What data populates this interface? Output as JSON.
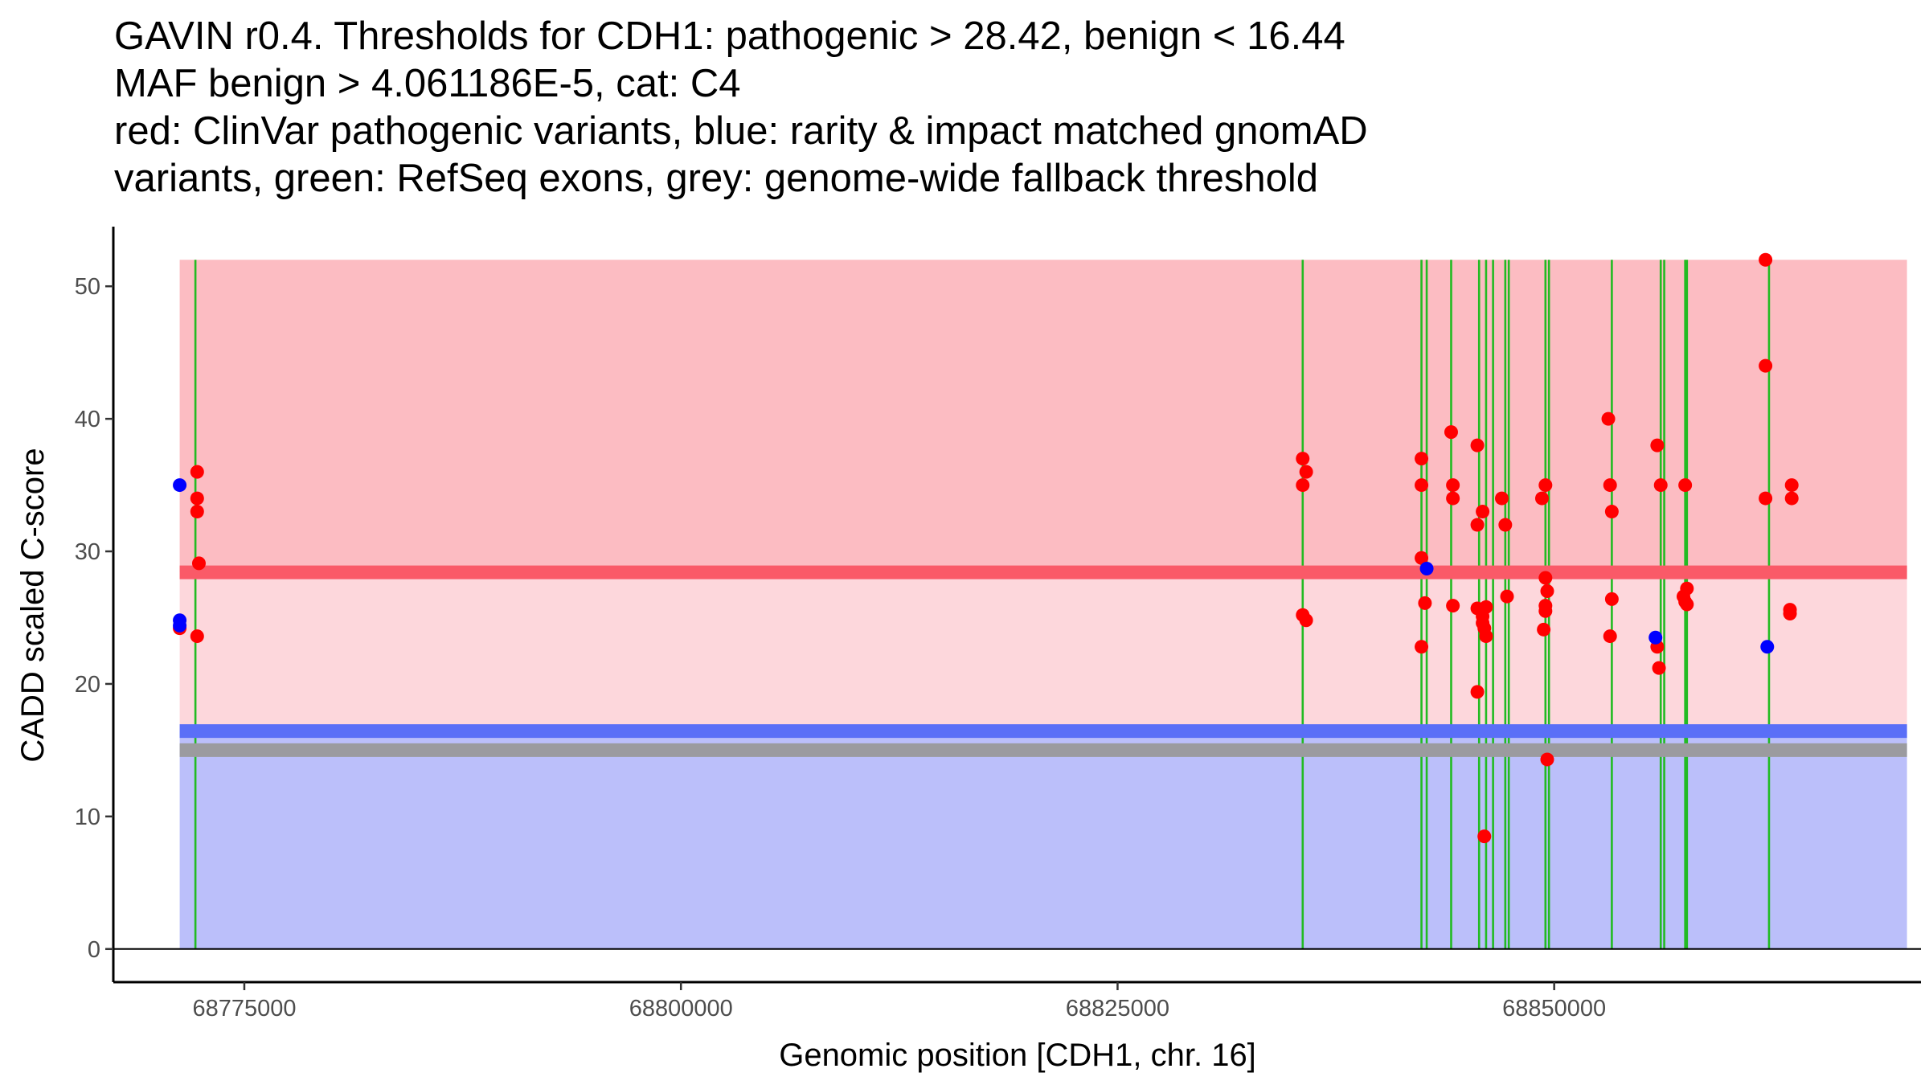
{
  "chart_data": {
    "type": "scatter",
    "title_lines": [
      "GAVIN r0.4. Thresholds for CDH1: pathogenic > 28.42, benign < 16.44",
      "MAF benign > 4.061186E-5, cat: C4",
      "red: ClinVar pathogenic variants, blue: rarity & impact matched gnomAD",
      "variants, green: RefSeq exons, grey: genome-wide fallback threshold"
    ],
    "xlabel": "Genomic position [CDH1, chr. 16]",
    "ylabel": "CADD scaled C-score",
    "xlim": [
      68767500,
      68871000
    ],
    "ylim": [
      -2.5,
      54.5
    ],
    "x_ticks": [
      68775000,
      68800000,
      68825000,
      68850000
    ],
    "x_tick_labels": [
      "68775000",
      "68800000",
      "68825000",
      "68850000"
    ],
    "y_ticks": [
      0,
      10,
      20,
      30,
      40,
      50
    ],
    "y_tick_labels": [
      "0",
      "10",
      "20",
      "30",
      "40",
      "50"
    ],
    "grid": false,
    "x_range_data": [
      68771300,
      68870200
    ],
    "colors": {
      "pathogenic_zone": "#fcbcc2",
      "middle_zone": "#fdd7dc",
      "benign_zone": "#bbbffa",
      "pathogenic_threshold_line": "#fa5a68",
      "benign_threshold_line": "#5a6ff7",
      "fallback_threshold_line": "#9b9b9f",
      "clinvar_pathogenic": "#ff0000",
      "gnomad_matched": "#0000ff",
      "refseq_exon": "#22bb22"
    },
    "bands": [
      {
        "name": "pathogenic region",
        "y_from": 28.42,
        "y_to": 52,
        "color_key": "pathogenic_zone"
      },
      {
        "name": "intermediate region",
        "y_from": 16.44,
        "y_to": 28.42,
        "color_key": "middle_zone"
      },
      {
        "name": "benign region",
        "y_from": 0,
        "y_to": 16.44,
        "color_key": "benign_zone"
      }
    ],
    "thresholds": [
      {
        "name": "pathogenic threshold",
        "y": 28.42,
        "color_key": "pathogenic_threshold_line"
      },
      {
        "name": "benign threshold",
        "y": 16.44,
        "color_key": "benign_threshold_line"
      },
      {
        "name": "genome-wide fallback threshold",
        "y": 15.0,
        "color_key": "fallback_threshold_line"
      }
    ],
    "exons": [
      68772200,
      68835600,
      68842400,
      68842700,
      68844100,
      68845700,
      68846100,
      68846500,
      68847200,
      68847400,
      68849500,
      68849700,
      68853300,
      68856100,
      68856300,
      68857500,
      68857600,
      68862300
    ],
    "series": [
      {
        "name": "ClinVar pathogenic variants",
        "color_key": "clinvar_pathogenic",
        "points": [
          [
            68771300,
            24.2
          ],
          [
            68772300,
            36.0
          ],
          [
            68772300,
            34.0
          ],
          [
            68772300,
            33.0
          ],
          [
            68772400,
            29.1
          ],
          [
            68772300,
            23.6
          ],
          [
            68835600,
            37.0
          ],
          [
            68835800,
            36.0
          ],
          [
            68835600,
            35.0
          ],
          [
            68835600,
            25.2
          ],
          [
            68835800,
            24.8
          ],
          [
            68842400,
            37.0
          ],
          [
            68842400,
            35.0
          ],
          [
            68842400,
            29.5
          ],
          [
            68842600,
            26.1
          ],
          [
            68842400,
            22.8
          ],
          [
            68844100,
            39.0
          ],
          [
            68844200,
            35.0
          ],
          [
            68844200,
            34.0
          ],
          [
            68844200,
            25.9
          ],
          [
            68845600,
            38.0
          ],
          [
            68845600,
            32.0
          ],
          [
            68845900,
            33.0
          ],
          [
            68845600,
            25.7
          ],
          [
            68845900,
            25.1
          ],
          [
            68845900,
            24.6
          ],
          [
            68846000,
            24.2
          ],
          [
            68846100,
            23.6
          ],
          [
            68845600,
            19.4
          ],
          [
            68846000,
            8.5
          ],
          [
            68846100,
            25.8
          ],
          [
            68847000,
            34.0
          ],
          [
            68847200,
            32.0
          ],
          [
            68847300,
            26.6
          ],
          [
            68849300,
            34.0
          ],
          [
            68849500,
            35.0
          ],
          [
            68849500,
            28.0
          ],
          [
            68849600,
            27.0
          ],
          [
            68849500,
            25.9
          ],
          [
            68849500,
            25.5
          ],
          [
            68849400,
            24.1
          ],
          [
            68849600,
            14.3
          ],
          [
            68853100,
            40.0
          ],
          [
            68853200,
            35.0
          ],
          [
            68853300,
            33.0
          ],
          [
            68853300,
            26.4
          ],
          [
            68853200,
            23.6
          ],
          [
            68855900,
            38.0
          ],
          [
            68856100,
            35.0
          ],
          [
            68855900,
            22.8
          ],
          [
            68856000,
            21.2
          ],
          [
            68857500,
            35.0
          ],
          [
            68857600,
            27.2
          ],
          [
            68857400,
            26.6
          ],
          [
            68857500,
            26.2
          ],
          [
            68857600,
            26.0
          ],
          [
            68862100,
            52.0
          ],
          [
            68862100,
            44.0
          ],
          [
            68862100,
            34.0
          ],
          [
            68863600,
            35.0
          ],
          [
            68863600,
            34.0
          ],
          [
            68863500,
            25.6
          ],
          [
            68863500,
            25.3
          ]
        ]
      },
      {
        "name": "rarity & impact matched gnomAD variants",
        "color_key": "gnomad_matched",
        "points": [
          [
            68771300,
            35.0
          ],
          [
            68771300,
            24.8
          ],
          [
            68771300,
            24.4
          ],
          [
            68842700,
            28.7
          ],
          [
            68855800,
            23.5
          ],
          [
            68862200,
            22.8
          ]
        ]
      }
    ]
  }
}
